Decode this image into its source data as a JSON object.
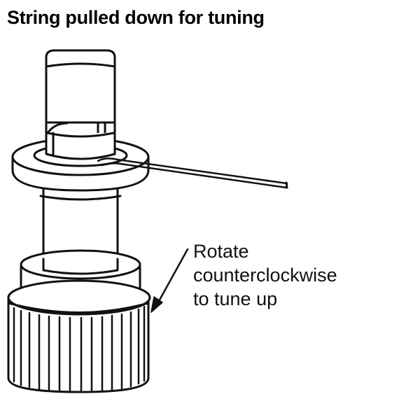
{
  "diagram": {
    "title": "String pulled down for tuning",
    "callout_lines": [
      "Rotate",
      "counterclockwise",
      "to tune up"
    ]
  }
}
